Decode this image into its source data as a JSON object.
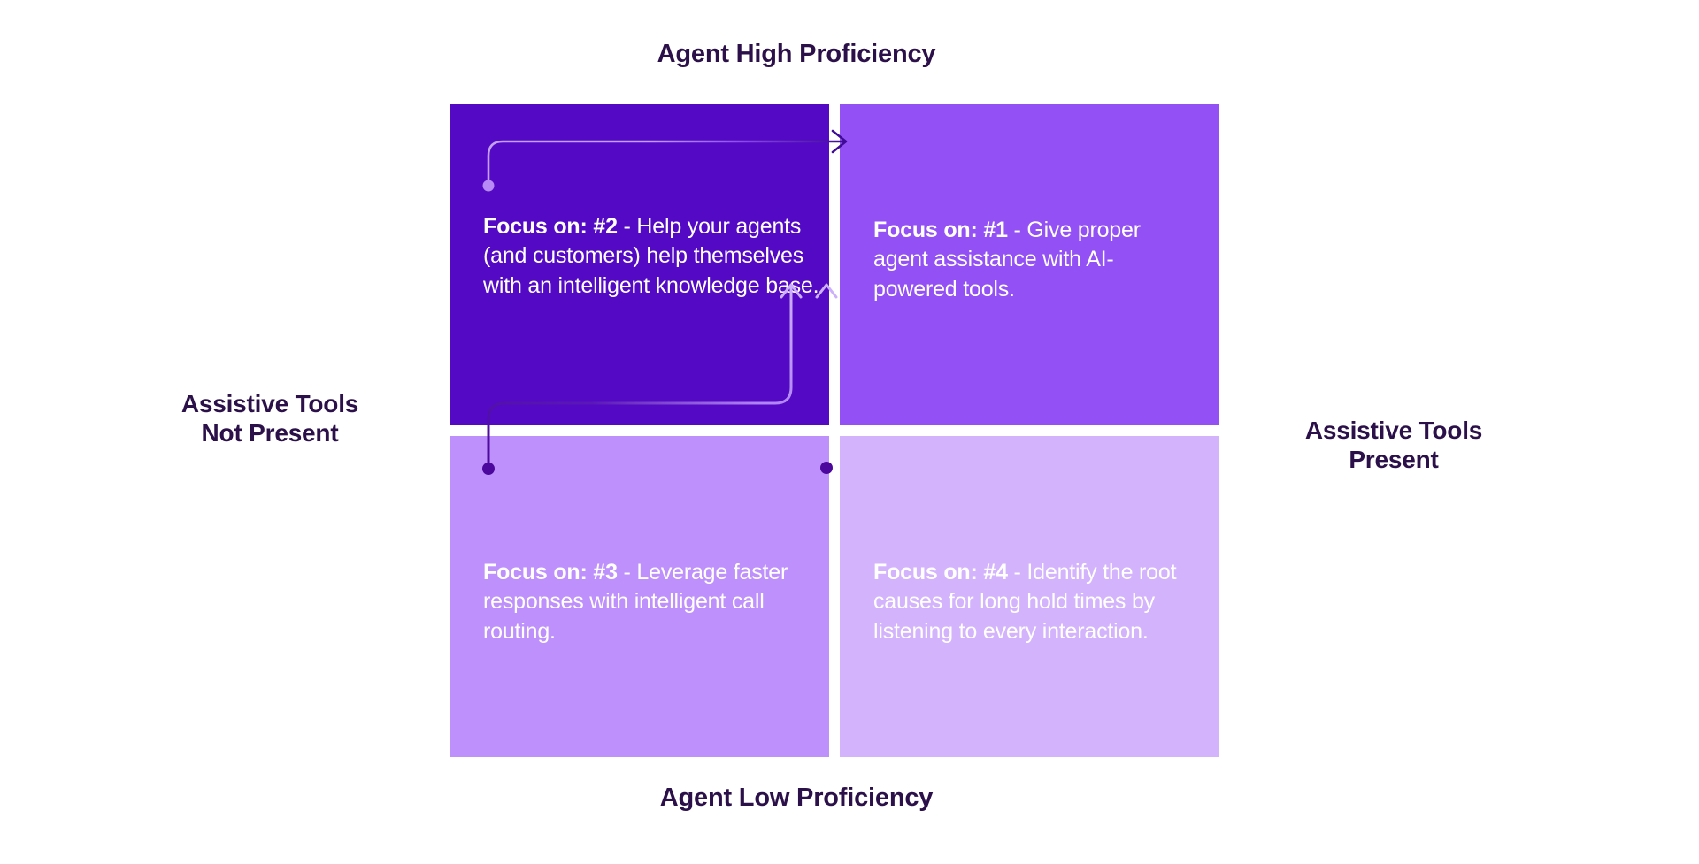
{
  "diagram": {
    "title_top": "Agent High Proficiency",
    "title_bottom": "Agent Low Proficiency",
    "label_left": "Assistive Tools\nNot Present",
    "label_left_line1": "Assistive Tools",
    "label_left_line2": "Not Present",
    "label_right_line1": "Assistive Tools",
    "label_right_line2": "Present",
    "colors": {
      "quadrant_top_left": "#5409c4",
      "quadrant_top_right": "#9250f5",
      "quadrant_bottom_left": "#be90fb",
      "quadrant_bottom_right": "#d3b4fc",
      "axis_label": "#2b1049",
      "connector_dark": "#5409c4",
      "connector_light": "#c4a0f8",
      "quadrant_text": "#ffffff",
      "background": "#ffffff"
    }
  },
  "quadrants": [
    {
      "id": "top-left",
      "position": "top-left",
      "axis_x": "Agent High Proficiency",
      "axis_y": "Assistive Tools Not Present",
      "prefix": "Focus on: #2",
      "rank": 2,
      "body": " - Help your agents (and customers) help themselves with an intelligent knowledge base."
    },
    {
      "id": "top-right",
      "position": "top-right",
      "axis_x": "Agent High Proficiency",
      "axis_y": "Assistive Tools Present",
      "prefix": "Focus on: #1",
      "rank": 1,
      "body": " - Give proper agent assistance with AI-powered tools."
    },
    {
      "id": "bottom-left",
      "position": "bottom-left",
      "axis_x": "Agent Low Proficiency",
      "axis_y": "Assistive Tools Not Present",
      "prefix": "Focus on: #3",
      "rank": 3,
      "body": " - Leverage faster responses with intelligent call routing."
    },
    {
      "id": "bottom-right",
      "position": "bottom-right",
      "axis_x": "Agent Low Proficiency",
      "axis_y": "Assistive Tools Present",
      "prefix": "Focus on: #4",
      "rank": 4,
      "body": " - Identify the root causes for long hold times by listening to every interaction."
    }
  ],
  "connectors": [
    {
      "id": "path-2-to-1",
      "from": "top-left",
      "to": "top-right",
      "description": "curve from dot in top-left quadrant rightwards into top-right quadrant, ending in arrowhead"
    },
    {
      "id": "path-3-to-1",
      "from": "bottom-left",
      "to": "top-right",
      "description": "curve from dot in bottom-left quadrant rightwards then upwards into top-right quadrant, ending in arrowhead"
    },
    {
      "id": "path-4-to-1",
      "from": "bottom-right",
      "to": "top-right",
      "description": "straight line from dot in bottom-right quadrant upwards into top-right quadrant, ending in arrowhead"
    }
  ]
}
